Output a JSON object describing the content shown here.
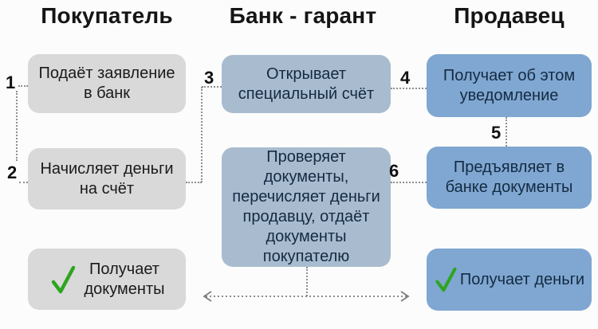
{
  "diagram": {
    "headers": {
      "buyer": "Покупатель",
      "bank": "Банк - гарант",
      "seller": "Продавец"
    },
    "step_numbers": {
      "n1": "1",
      "n2": "2",
      "n3": "3",
      "n4": "4",
      "n5": "5",
      "n6": "6"
    },
    "boxes": {
      "buyer_apply": "Подаёт заявление\nв банк",
      "buyer_deposit": "Начисляет деньги\nна счёт",
      "buyer_result": "Получает\nдокументы",
      "bank_open": "Открывает\nспециальный счёт",
      "bank_process": "Проверяет\nдокументы,\nперечисляет деньги\nпродавцу, отдаёт\nдокументы\nпокупателю",
      "seller_notice": "Получает об этом\nуведомление",
      "seller_present": "Предъявляет в\nбанке документы",
      "seller_result": "Получает деньги"
    },
    "colors": {
      "buyer_box": "#d9d9d9",
      "bank_box": "#a9bccf",
      "seller_box": "#7fa7d1",
      "checkmark": "#2da51e",
      "connector": "#8f8f8f",
      "background": "#fcfcfc"
    },
    "icons": {
      "check": "green-checkmark",
      "double_arrow": "dotted-double-headed-arrow"
    }
  }
}
